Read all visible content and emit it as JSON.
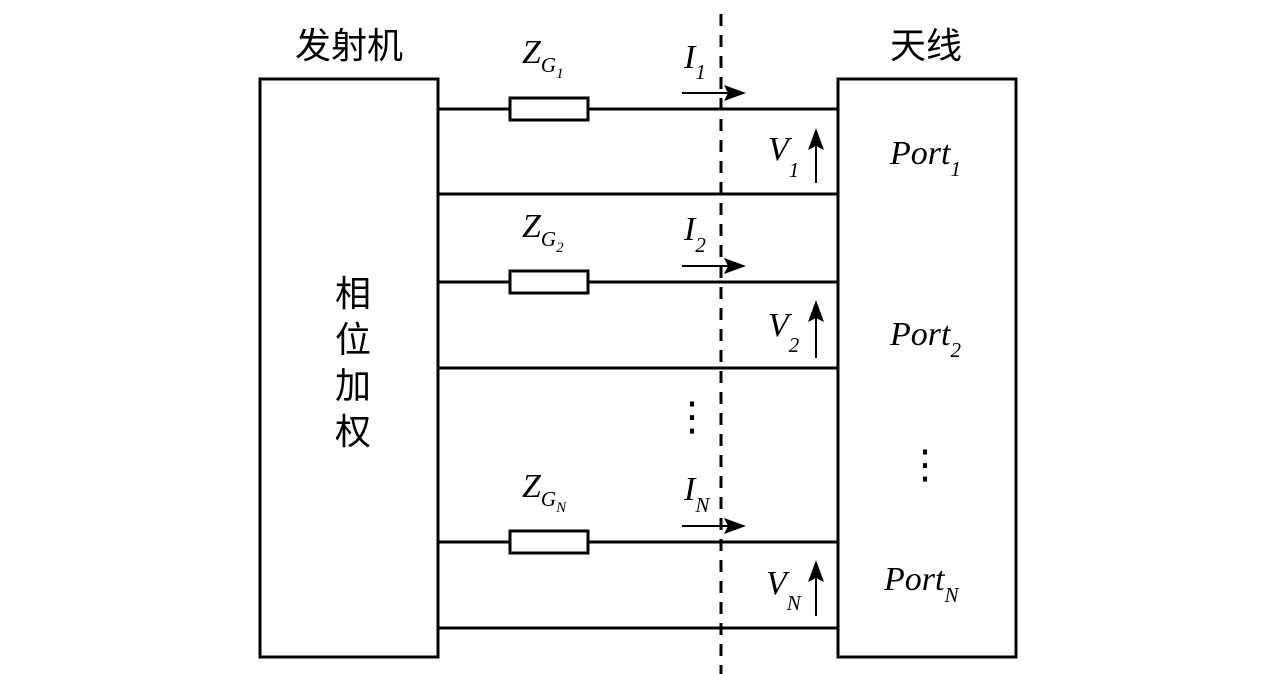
{
  "transmitter": {
    "title": "发射机",
    "inner_label": [
      "相",
      "位",
      "加",
      "权"
    ]
  },
  "antenna": {
    "title": "天线"
  },
  "channels": [
    {
      "impedance": "Z",
      "impedance_sub": "G",
      "impedance_subsub": "1",
      "current": "I",
      "current_sub": "1",
      "voltage": "V",
      "voltage_sub": "1",
      "port": "Port",
      "port_sub": "1"
    },
    {
      "impedance": "Z",
      "impedance_sub": "G",
      "impedance_subsub": "2",
      "current": "I",
      "current_sub": "2",
      "voltage": "V",
      "voltage_sub": "2",
      "port": "Port",
      "port_sub": "2"
    },
    {
      "impedance": "Z",
      "impedance_sub": "G",
      "impedance_subsub": "N",
      "current": "I",
      "current_sub": "N",
      "voltage": "V",
      "voltage_sub": "N",
      "port": "Port",
      "port_sub": "N"
    }
  ],
  "ellipsis": "⋮"
}
